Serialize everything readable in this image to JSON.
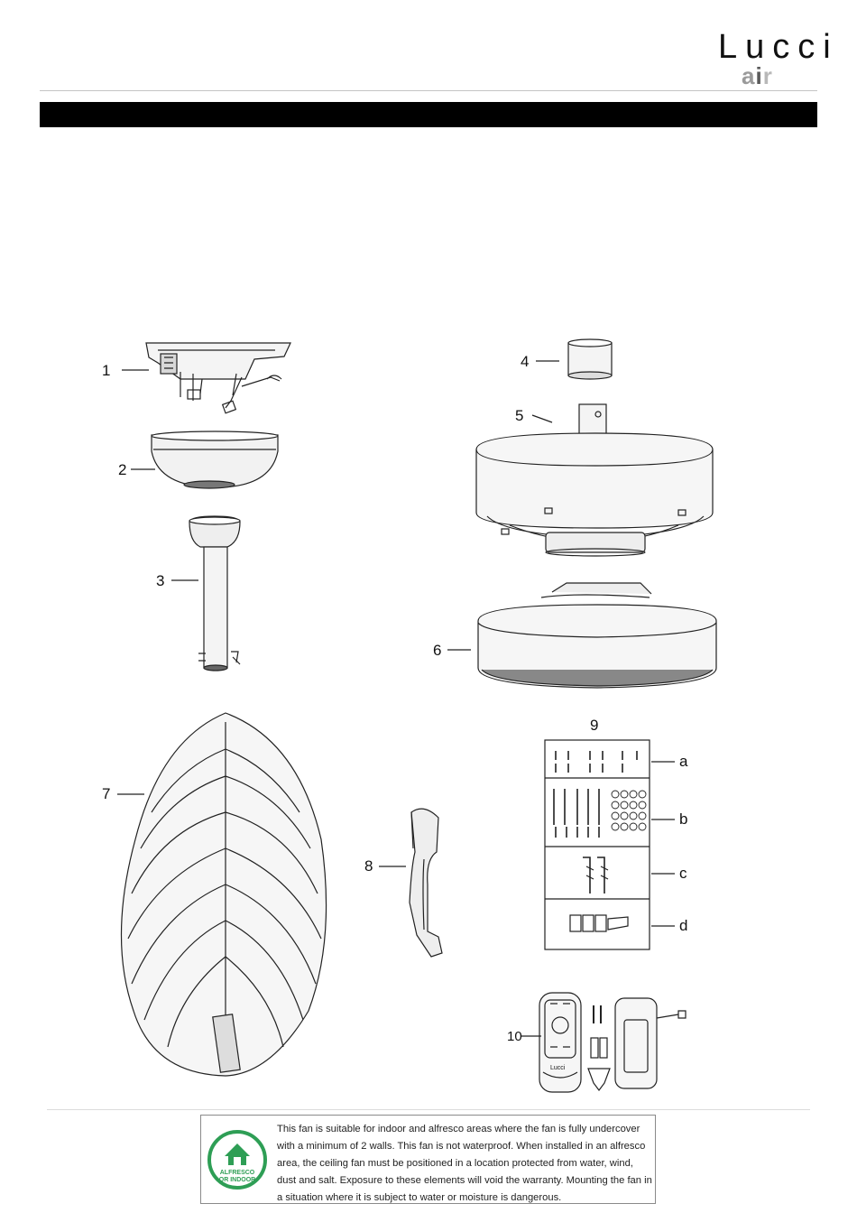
{
  "brand": {
    "wordmark": "Lucci",
    "sub_a": "a",
    "sub_i": "i",
    "sub_r": "r"
  },
  "parts": {
    "p1": "1",
    "p2": "2",
    "p3": "3",
    "p4": "4",
    "p5": "5",
    "p6": "6",
    "p7": "7",
    "p8": "8",
    "p9": "9",
    "p10": "10"
  },
  "hardware": {
    "a": "a",
    "b": "b",
    "c": "c",
    "d": "d"
  },
  "remote_brand": "Lucci",
  "notice": {
    "badge_line1": "ALFRESCO",
    "badge_line2": "OR INDOOR",
    "text": "This fan is suitable for indoor and alfresco areas where the fan is fully undercover with a minimum of 2 walls. This fan is not waterproof. When installed in an alfresco area, the ceiling fan must be positioned in a location protected from water, wind, dust and salt. Exposure to these elements will void the warranty. Mounting the fan in a situation where it is subject to water or moisture is dangerous."
  },
  "colors": {
    "band": "#000000",
    "badge_green": "#2e9e55",
    "line": "#222222"
  }
}
